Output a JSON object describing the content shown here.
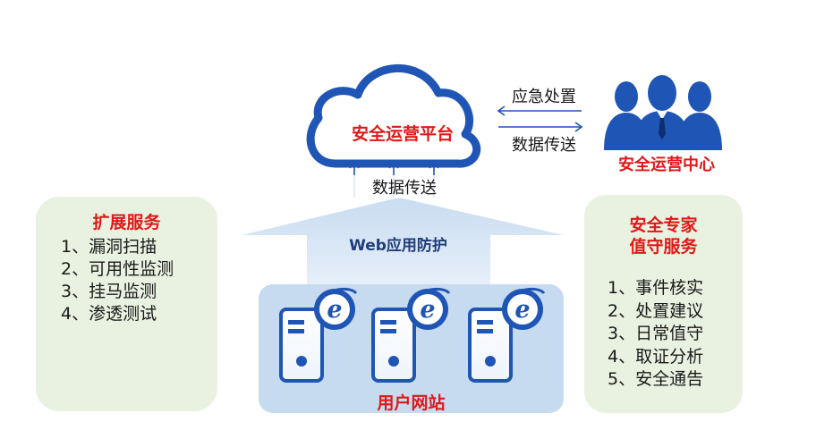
{
  "extended_services": {
    "title": "扩展服务",
    "items": [
      "1、漏洞扫描",
      "2、可用性监测",
      "3、挂马监测",
      "4、渗透测试"
    ]
  },
  "expert_services": {
    "title_line1": "安全专家",
    "title_line2": "值守服务",
    "items": [
      "1、事件核实",
      "2、处置建议",
      "3、日常值守",
      "4、取证分析",
      "5、安全通告"
    ]
  },
  "cloud": {
    "label": "安全运营平台"
  },
  "upward_label": "数据传送",
  "waf": {
    "label": "Web应用防护"
  },
  "user_sites": {
    "label": "用户网站"
  },
  "links": {
    "emergency": "应急处置",
    "data_transfer": "数据传送"
  },
  "soc": {
    "label": "安全运营中心"
  },
  "colors": {
    "accent_red": "#e01818",
    "brand_blue": "#1f55b5",
    "box_green": "#e9f2e0",
    "box_blue": "#c6dbef"
  }
}
